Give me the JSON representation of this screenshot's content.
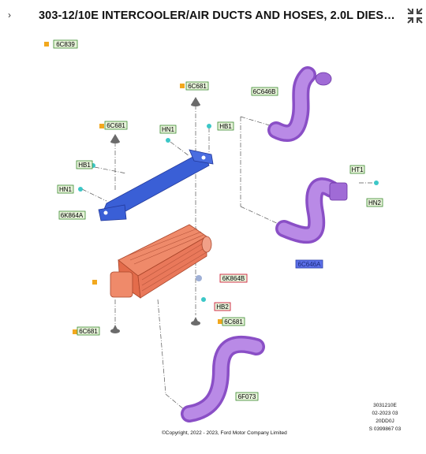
{
  "header": {
    "chevron": "›",
    "title": "303-12/10E INTERCOOLER/AIR DUCTS AND HOSES, 2.0L DIESEL P..."
  },
  "labels": {
    "c6C839": "6C839",
    "c6C681_top": "6C681",
    "c6C681_left": "6C681",
    "c6C681_bottom_left": "6C681",
    "c6C681_bottom_right": "6C681",
    "c6C646B": "6C646B",
    "cHN1_a": "HN1",
    "cHB1_a": "HB1",
    "cHB1_b": "HB1",
    "cHN1_b": "HN1",
    "c6K864A": "6K864A",
    "cHT1": "HT1",
    "cHN2": "HN2",
    "c6C646A": "6C646A",
    "c6K864B": "6K864B",
    "cHB2": "HB2",
    "c6F073": "6F073"
  },
  "footer": {
    "copyright": "©Copyright, 2022 - 2023, Ford Motor Company Limited",
    "ref1": "3031210E",
    "ref2": "02-2023 03",
    "ref3": "20DD0J",
    "ref4": "S 0399867 03"
  },
  "colors": {
    "label_bg": "#e7f3da",
    "label_border": "#3a8a2e",
    "label_bg_highlight": "#5b6fe8",
    "label_border_red": "#d0203a",
    "bracket": "#3a5fd6",
    "intercooler": "#e9785a",
    "hose": "#a06bd6"
  }
}
